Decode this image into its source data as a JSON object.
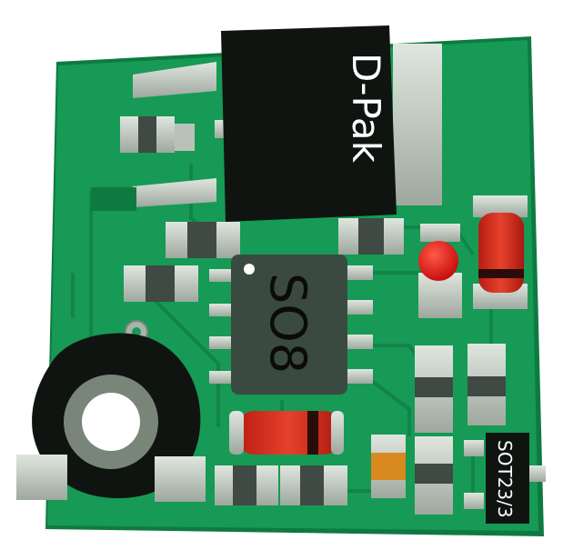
{
  "labels": {
    "dpak_label": "D-Pak",
    "so8_label": "SO8",
    "sot23_label": "SOT23/3"
  },
  "colors": {
    "background": "#ffffff",
    "pcb_green": "#169a55",
    "pcb_edge": "#0e7a42",
    "trace": "#12844a",
    "pad_grey": "#b9c2b9",
    "component_black": "#0f1410",
    "ic_body": "#3a4a40",
    "led_red": "#e01010",
    "diode_red": "#d42a1e",
    "capacitor_orange": "#d98a1e"
  }
}
